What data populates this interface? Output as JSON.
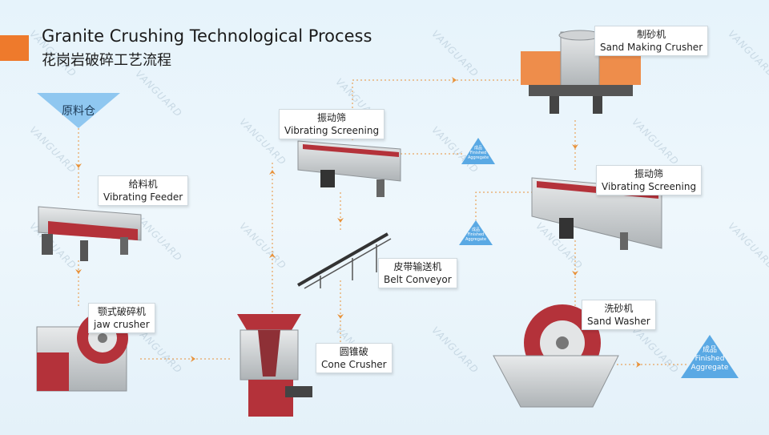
{
  "header": {
    "title_en": "Granite Crushing Technological Process",
    "title_zh": "花岗岩破碎工艺流程"
  },
  "colors": {
    "accent": "#ee7a2c",
    "flow_line": "#e8923a",
    "triangle": "#5aa9e4",
    "machine_red": "#b4323a",
    "machine_gray": "#c9ccce"
  },
  "watermark": "VANGUARD",
  "nodes": {
    "raw_bin": {
      "zh": "原料仓"
    },
    "vibrating_feeder": {
      "zh": "给料机",
      "en": "Vibrating Feeder"
    },
    "jaw_crusher": {
      "zh": "颚式破碎机",
      "en": "jaw crusher"
    },
    "cone_crusher": {
      "zh": "圆锥破",
      "en": "Cone Crusher"
    },
    "vibrating_screening_1": {
      "zh": "振动筛",
      "en": "Vibrating Screening"
    },
    "belt_conveyor": {
      "zh": "皮带输送机",
      "en": "Belt Conveyor"
    },
    "sand_making_crusher": {
      "zh": "制砂机",
      "en": "Sand Making Crusher"
    },
    "vibrating_screening_2": {
      "zh": "振动筛",
      "en": "Vibrating Screening"
    },
    "sand_washer": {
      "zh": "洗砂机",
      "en": "Sand Washer"
    },
    "finished_aggregate_1": {
      "zh": "成品",
      "en1": "Finished",
      "en2": "Aggregate"
    },
    "finished_aggregate_2": {
      "zh": "成品",
      "en1": "Finished",
      "en2": "Aggregate"
    },
    "finished_aggregate_final": {
      "zh": "成品",
      "en1": "Finished",
      "en2": "Aggregate"
    }
  }
}
